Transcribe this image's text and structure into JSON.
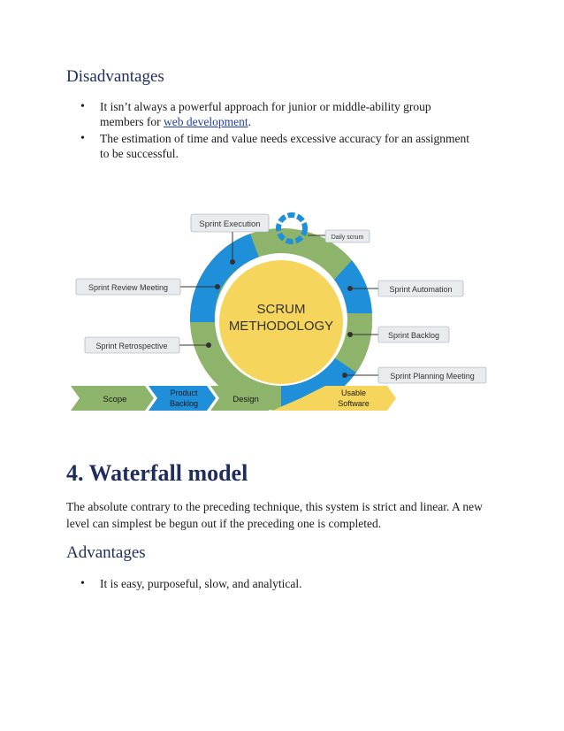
{
  "disadvantages": {
    "heading": "Disadvantages",
    "items": [
      {
        "before": "It isn’t always a powerful approach for junior or middle-ability group members for ",
        "link": "web development",
        "after": "."
      },
      {
        "text": "The estimation of time and value needs excessive accuracy for an assignment to be successful."
      }
    ]
  },
  "diagram": {
    "center_line1": "SCRUM",
    "center_line2": "METHODOLOGY",
    "labels": {
      "sprint_execution": "Sprint Execution",
      "daily_scrum": "Daily scrum",
      "sprint_review": "Sprint Review Meeting",
      "sprint_automation": "Sprint Automation",
      "sprint_retrospective": "Sprint Retrospective",
      "sprint_backlog": "Sprint Backlog",
      "sprint_planning": "Sprint Planning Meeting"
    },
    "bottom_arrows": {
      "scope": "Scope",
      "product_line1": "Product",
      "product_line2": "Backlog",
      "design": "Design",
      "usable_line1": "Usable",
      "usable_line2": "Software"
    },
    "colors": {
      "green": "#8db46a",
      "blue": "#1e8fd8",
      "yellow": "#f6d55c",
      "label_fill": "#e8ecef"
    }
  },
  "waterfall": {
    "heading": "4. Waterfall model",
    "paragraph": "The absolute contrary to the preceding technique, this system is strict and linear. A new level can simplest be begun out if the preceding one is completed."
  },
  "advantages": {
    "heading": "Advantages",
    "items": [
      "It is easy, purposeful, slow, and analytical."
    ]
  }
}
